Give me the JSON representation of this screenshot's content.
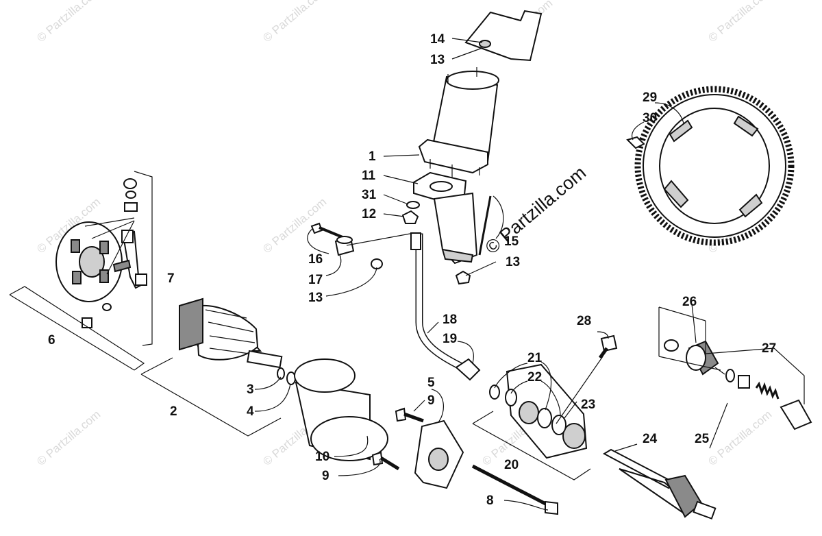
{
  "watermark": {
    "repeated": "© Partzilla.com",
    "main": "© Partzilla.com"
  },
  "callouts": {
    "c1": "1",
    "c2": "2",
    "c3": "3",
    "c4": "4",
    "c5": "5",
    "c6": "6",
    "c7": "7",
    "c8": "8",
    "c9a": "9",
    "c9b": "9",
    "c10": "10",
    "c11": "11",
    "c12": "12",
    "c13a": "13",
    "c13b": "13",
    "c13c": "13",
    "c14": "14",
    "c15": "15",
    "c16": "16",
    "c17": "17",
    "c18": "18",
    "c19": "19",
    "c20": "20",
    "c21": "21",
    "c22": "22",
    "c23": "23",
    "c24": "24",
    "c25": "25",
    "c26": "26",
    "c27": "27",
    "c28": "28",
    "c29": "29",
    "c30": "30",
    "c31": "31"
  },
  "colors": {
    "line": "#111111",
    "watermark": "#d9d9d9",
    "background": "#ffffff"
  }
}
